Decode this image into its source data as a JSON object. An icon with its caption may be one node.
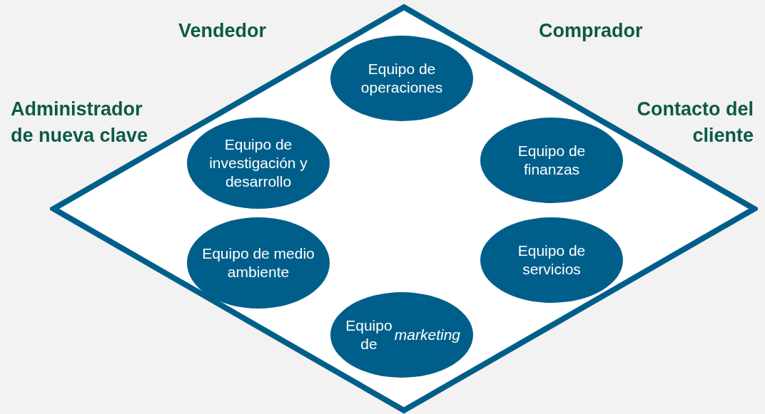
{
  "diagram": {
    "nodes": [
      {
        "text": [],
        "shape": "diamond"
      },
      {
        "text": [
          "Equipo de operaciones"
        ],
        "in": 0
      },
      {
        "text": [
          "Equipo de investigación y desarrollo"
        ],
        "in": 0
      },
      {
        "text": [
          "Equipo de finanzas"
        ],
        "in": 0
      },
      {
        "text": [
          "Equipo de medio ambiente"
        ],
        "in": 0
      },
      {
        "text": [
          "Equipo de servicios"
        ],
        "in": 0
      },
      {
        "text": [
          "Equipo de *marketing*"
        ],
        "in": 0
      }
    ],
    "edges": [],
    "labels": [
      "Vendedor",
      "Comprador",
      "Administrador de nueva clave",
      "Contacto del cliente"
    ]
  }
}
